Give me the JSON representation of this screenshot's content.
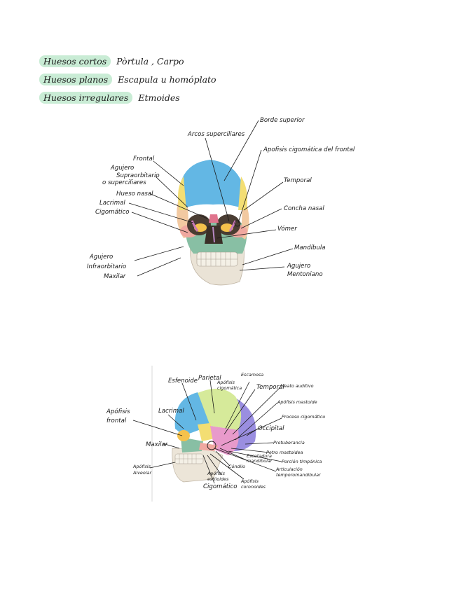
{
  "notes": [
    {
      "highlight": "Huesos cortos",
      "value": "Pòrtula , Carpo"
    },
    {
      "highlight": "Huesos planos",
      "value": "Escapula u homóplato"
    },
    {
      "highlight": "Huesos irregulares",
      "value": "Etmoides"
    }
  ],
  "frontal_view": {
    "labels": {
      "arcos": "Arcos superciliares",
      "borde": "Borde superior",
      "apofisis_cig": "Apofisis cigomática del frontal",
      "frontal": "Frontal",
      "agujero_supra_1": "Agujero",
      "agujero_supra_2": "Supraorbitario",
      "agujero_supra_3": "o superciliares",
      "temporal": "Temporal",
      "hueso_nasal": "Hueso nasal",
      "concha": "Concha nasal",
      "lacrimal": "Lacrimal",
      "cigomatico": "Cigomático",
      "vomer": "Vómer",
      "mandibula": "Mandíbula",
      "agujero_infra_1": "Agujero",
      "agujero_infra_2": "Infraorbitario",
      "agujero_ment_1": "Agujero",
      "agujero_ment_2": "Mentoniano",
      "maxilar": "Maxilar"
    }
  },
  "lateral_view": {
    "labels": {
      "esfenoide": "Esfenoide",
      "parietal": "Parietal",
      "escamosa": "Escamosa",
      "apofisis_cig_1": "Apófisis",
      "apofisis_cig_2": "cigomática",
      "temporal": "Temporal",
      "meato": "Meato auditivo",
      "apofisis_mast": "Apófisis mastoide",
      "apofisis_front_1": "Apófisis",
      "apofisis_front_2": "frontal",
      "lacrimal": "Lacrimal",
      "proceso_cig": "Proceso cigomático",
      "occipital": "Occipital",
      "maxilar": "Maxilar",
      "protuberancia": "Protuberancia",
      "petromastoidea": "Petro mastoidea",
      "escotadura_1": "Escotadura",
      "escotadura_2": "mandibular",
      "porcion": "Porción timpánica",
      "apofisis_alv_1": "Apófisis",
      "apofisis_alv_2": "Alveolar",
      "condilo": "Cóndilo",
      "articulacion_1": "Articulación",
      "articulacion_2": "temporomandibular",
      "apofisis_est_1": "Apófisis",
      "apofisis_est_2": "estiloides",
      "cigomatico": "Cigomático",
      "apofisis_cor_1": "Apófisis",
      "apofisis_cor_2": "coronoides"
    }
  }
}
